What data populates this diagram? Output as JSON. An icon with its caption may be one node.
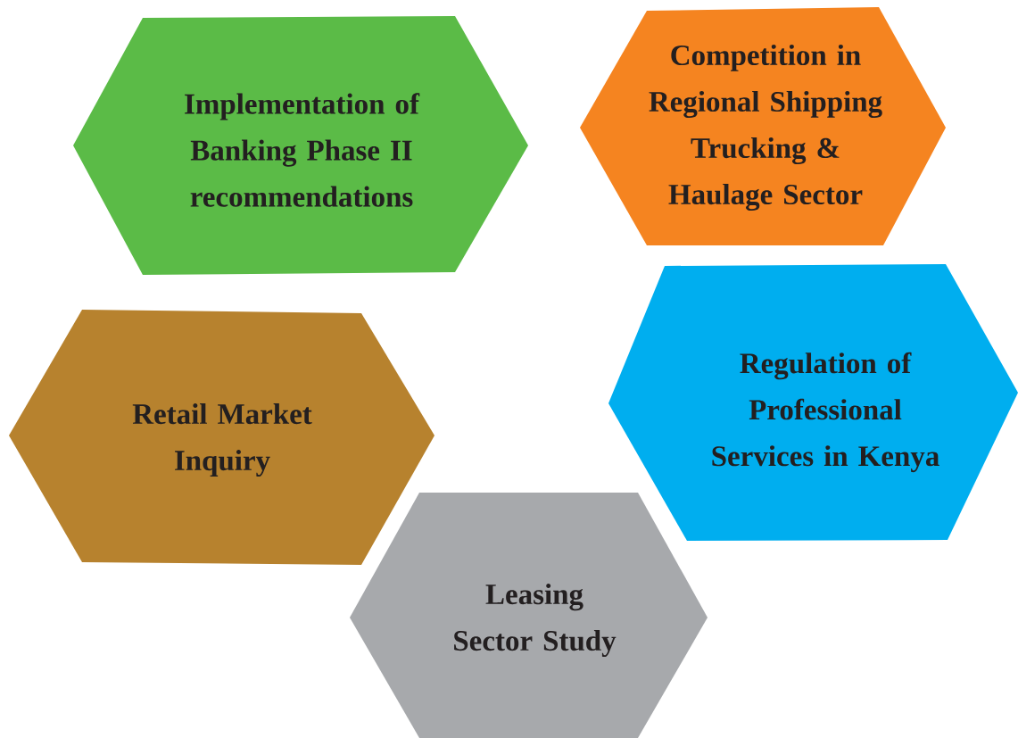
{
  "diagram": {
    "nodes": [
      {
        "text": [
          "Implementation of Banking Phase II recommendations"
        ]
      },
      {
        "text": [
          "Competition in Regional Shipping Trucking & Haulage Sector"
        ]
      },
      {
        "text": [
          "Retail Market Inquiry"
        ]
      },
      {
        "text": [
          "Regulation of Professional Services in Kenya"
        ]
      },
      {
        "text": [
          "Leasing Sector Study"
        ]
      }
    ]
  }
}
